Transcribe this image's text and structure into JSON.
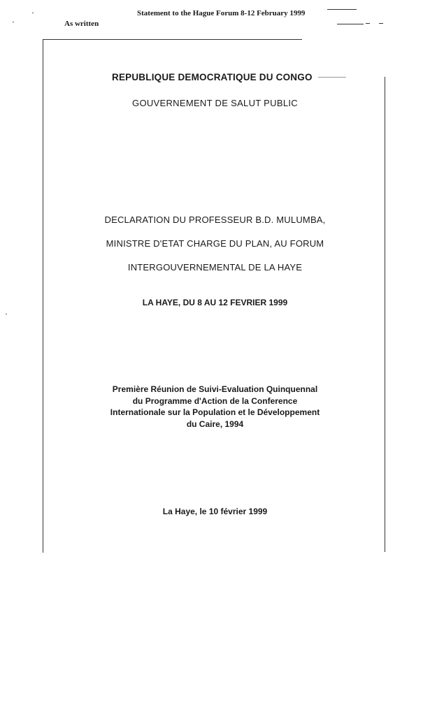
{
  "header": {
    "title": "Statement to the Hague Forum 8-12 February 1999",
    "note": "As written"
  },
  "document": {
    "country": "REPUBLIQUE DEMOCRATIQUE DU CONGO",
    "government": "GOUVERNEMENT DE SALUT PUBLIC",
    "declaration_lines": [
      "DECLARATION DU PROFESSEUR B.D. MULUMBA,",
      "MINISTRE D'ETAT CHARGE DU PLAN, AU FORUM",
      "INTERGOUVERNEMENTAL DE LA HAYE"
    ],
    "dates": "LA HAYE, DU 8 AU 12 FEVRIER 1999",
    "meeting_lines": [
      "Première Réunion de Suivi-Evaluation Quinquennal",
      "du Programme d'Action de la Conference",
      "Internationale sur la Population et le Développement",
      "du Caire, 1994"
    ],
    "signed": "La Haye, le 10 février 1999"
  }
}
